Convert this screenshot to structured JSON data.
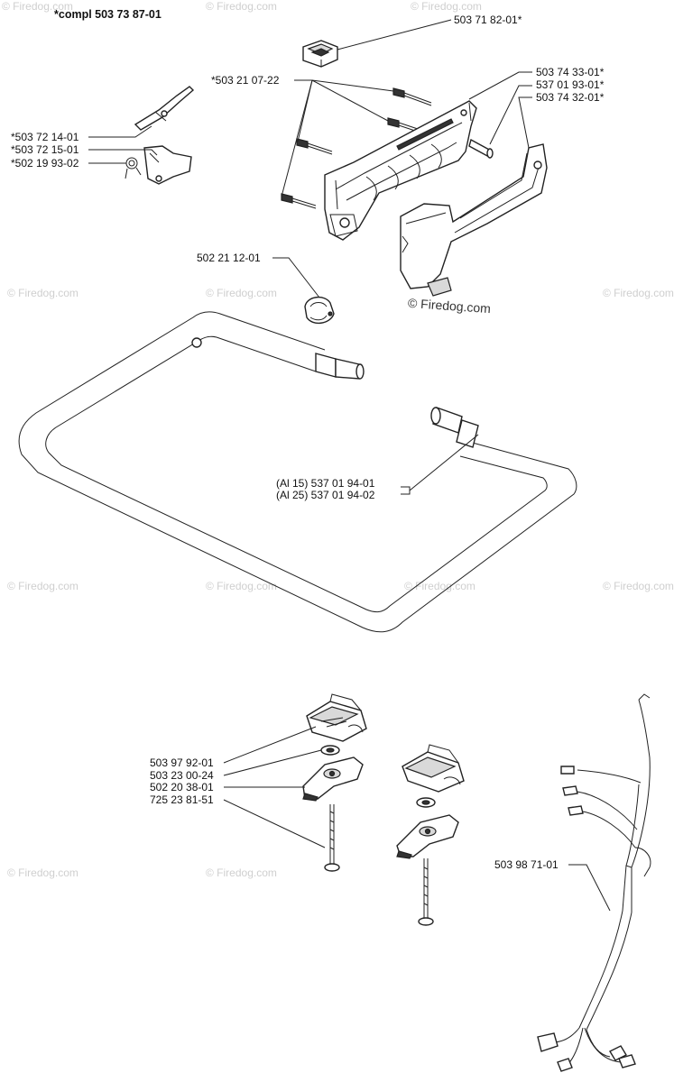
{
  "header": {
    "assembly_label": "*compl 503 73 87-01"
  },
  "parts": {
    "switch": "503 71 82-01*",
    "screws": "*503 21 07-22",
    "handle_half_right": "503 74 33-01*",
    "handle_pin": "537 01 93-01*",
    "handle_half_left": "503 74 32-01*",
    "throttle_lever": "*503 72 14-01",
    "throttle_lockout": "*503 72 15-01",
    "spring": "*502 19 93-02",
    "clamp": "502 21 12-01",
    "handle_bar_al15": "(Al 15) 537 01 94-01",
    "handle_bar_al25": "(Al 25) 537 01 94-02",
    "bracket": "503 97 92-01",
    "washer": "503 23 00-24",
    "knob": "502 20 38-01",
    "bolt": "725 23 81-51",
    "wiring_harness": "503 98 71-01"
  },
  "watermark": {
    "text": "© Firedog.com",
    "inline_text": "© Firedog.com"
  }
}
